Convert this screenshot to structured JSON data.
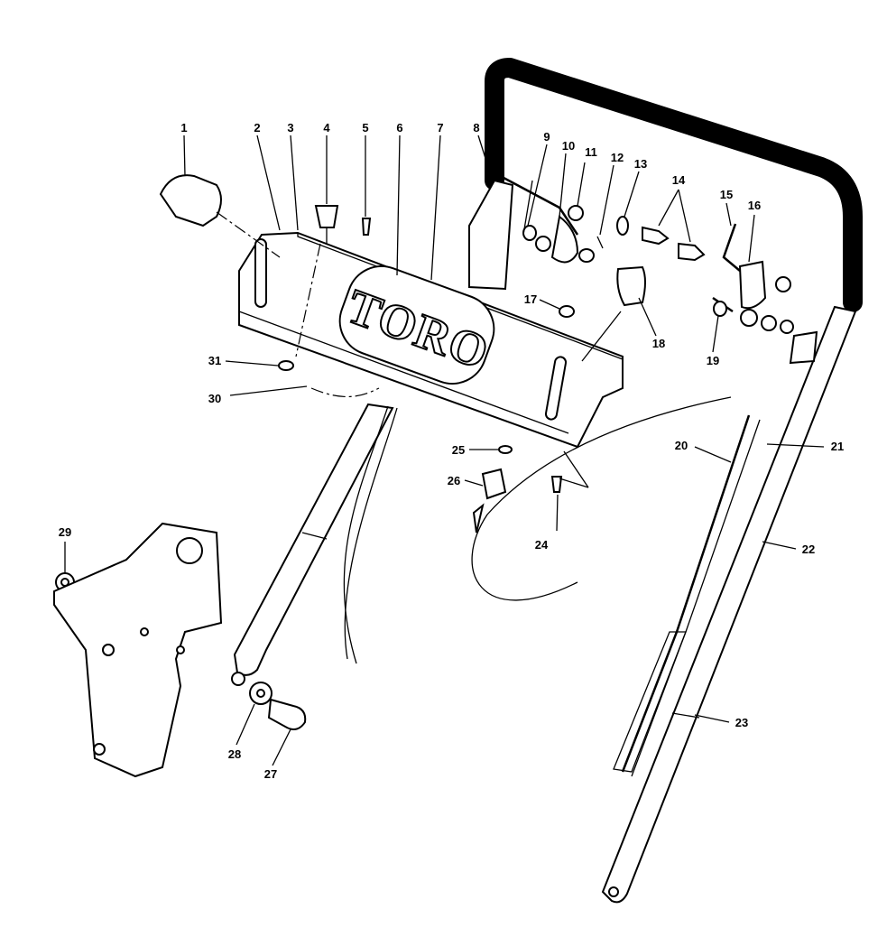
{
  "diagram": {
    "brand_logo": "TORO",
    "callouts": [
      "1",
      "2",
      "3",
      "4",
      "5",
      "6",
      "7",
      "8",
      "9",
      "10",
      "11",
      "12",
      "13",
      "14",
      "15",
      "16",
      "17",
      "18",
      "19",
      "20",
      "21",
      "22",
      "23",
      "24",
      "25",
      "26",
      "27",
      "28",
      "29",
      "30",
      "31"
    ]
  }
}
